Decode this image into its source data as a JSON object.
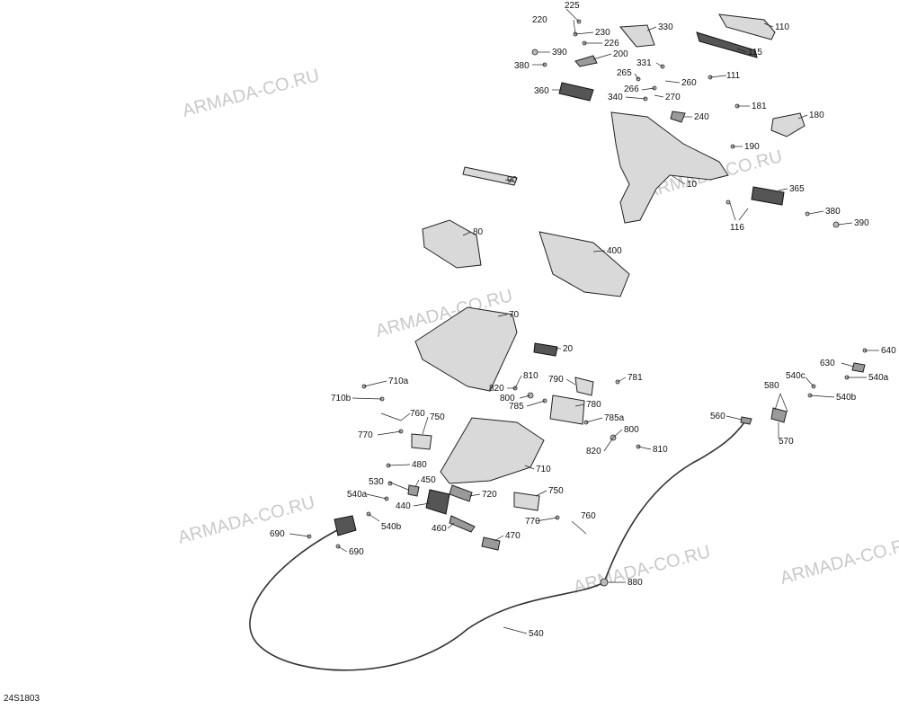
{
  "watermarks": [
    "ARMADA-CO.RU",
    "ARMADA-CO.RU",
    "ARMADA-CO.RU",
    "ARMADA-CO.RU",
    "ARMADA-CO.RU",
    "ARMADA-CO.RU"
  ],
  "diagram_code": "24S1803",
  "labels": [
    "225",
    "220",
    "230",
    "226",
    "330",
    "110",
    "115",
    "200",
    "390",
    "380",
    "331",
    "265",
    "111",
    "260",
    "266",
    "270",
    "340",
    "360",
    "181",
    "180",
    "240",
    "190",
    "10",
    "365",
    "90",
    "116",
    "380",
    "390",
    "80",
    "400",
    "70",
    "20",
    "640",
    "630",
    "540c",
    "540a",
    "710a",
    "810",
    "790",
    "781",
    "820",
    "710b",
    "800",
    "785",
    "780",
    "580",
    "540b",
    "760",
    "750",
    "785a",
    "560",
    "770",
    "800",
    "820",
    "810",
    "570",
    "480",
    "710",
    "530",
    "450",
    "750",
    "720",
    "540a",
    "440",
    "760",
    "770",
    "540b",
    "690",
    "460",
    "470",
    "690",
    "880",
    "540"
  ]
}
